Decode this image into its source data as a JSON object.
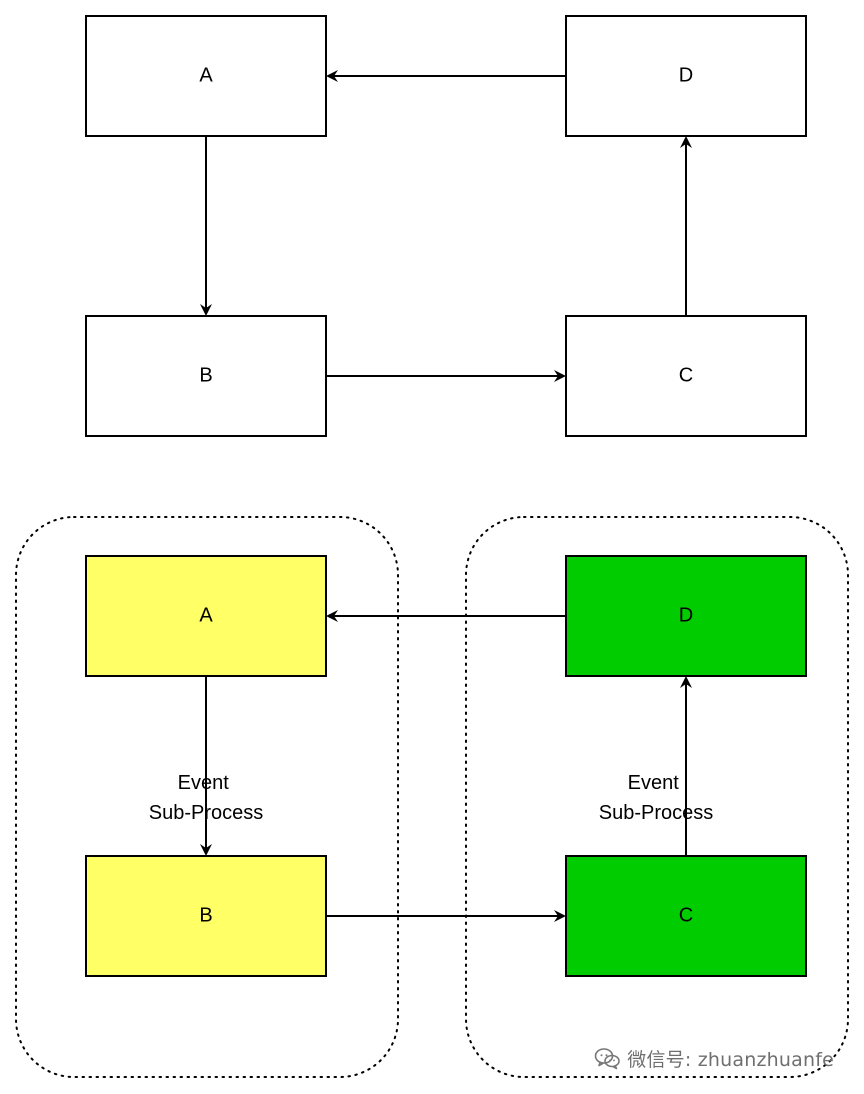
{
  "top_flow": {
    "nodes": {
      "a": "A",
      "b": "B",
      "c": "C",
      "d": "D"
    }
  },
  "bottom_flow": {
    "nodes": {
      "a": "A",
      "b": "B",
      "c": "C",
      "d": "D"
    },
    "groups": {
      "left": [
        "Event",
        "Sub-Process"
      ],
      "right": [
        "Event",
        "Sub-Process"
      ]
    },
    "colors": {
      "left_fill": "#ffff66",
      "right_fill": "#00cc00"
    }
  },
  "watermark": {
    "text": "微信号: zhuanzhuanfe",
    "icon": "wechat-icon"
  }
}
